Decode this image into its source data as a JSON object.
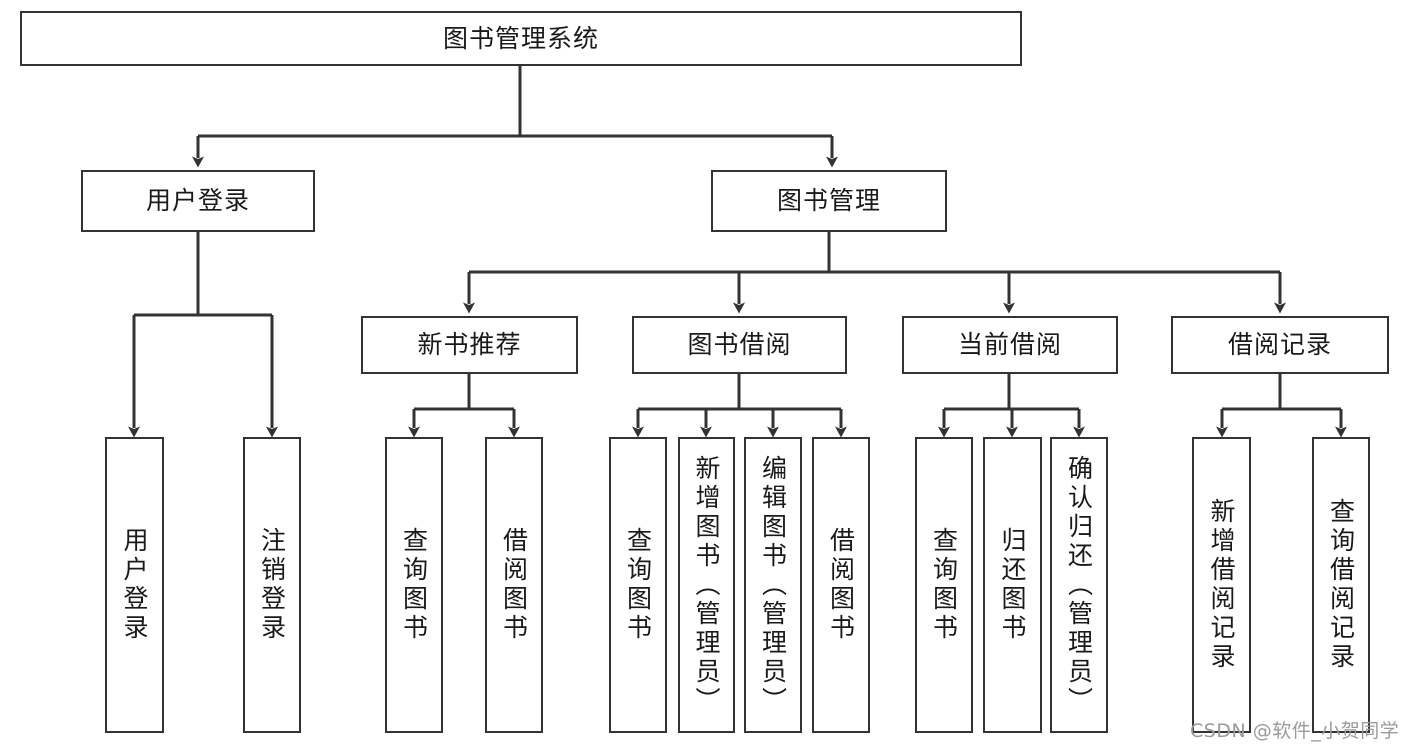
{
  "diagram": {
    "title": "图书管理系统",
    "type": "hierarchy-tree",
    "colors": {
      "box_border": "#333333",
      "box_fill": "#ffffff",
      "edge": "#333333",
      "text": "#1a1a1a",
      "watermark": "#9a9a9a",
      "background": "#ffffff"
    },
    "nodes": {
      "root": {
        "label": "图书管理系统"
      },
      "level2": [
        {
          "label": "用户登录"
        },
        {
          "label": "图书管理"
        }
      ],
      "level3": [
        {
          "label": "新书推荐"
        },
        {
          "label": "图书借阅"
        },
        {
          "label": "当前借阅"
        },
        {
          "label": "借阅记录"
        }
      ],
      "leaves_user_login": [
        {
          "label": "用户登录"
        },
        {
          "label": "注销登录"
        }
      ],
      "leaves_new_book": [
        {
          "label": "查询图书"
        },
        {
          "label": "借阅图书"
        }
      ],
      "leaves_borrow": [
        {
          "label": "查询图书"
        },
        {
          "label": "新增图书（管理员）"
        },
        {
          "label": "编辑图书（管理员）"
        },
        {
          "label": "借阅图书"
        }
      ],
      "leaves_current": [
        {
          "label": "查询图书"
        },
        {
          "label": "归还图书"
        },
        {
          "label": "确认归还（管理员）"
        }
      ],
      "leaves_record": [
        {
          "label": "新增借阅记录"
        },
        {
          "label": "查询借阅记录"
        }
      ]
    },
    "watermark": "CSDN @软件_小贺同学"
  }
}
